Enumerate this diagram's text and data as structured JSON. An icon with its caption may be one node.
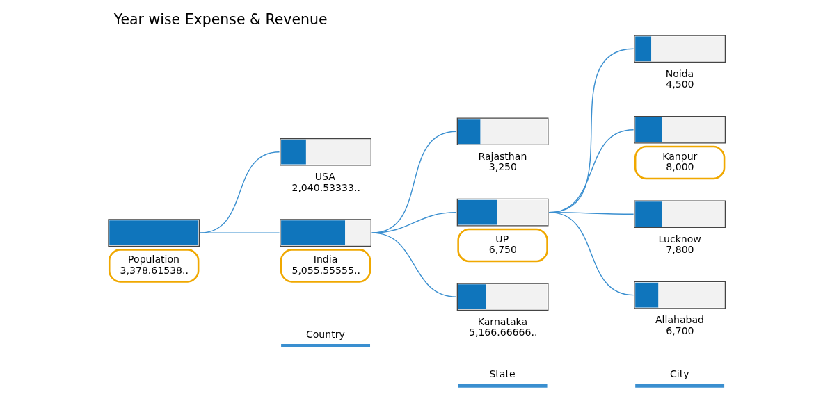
{
  "diagram": {
    "title": "Year wise Expense & Revenue",
    "nodes": [
      {
        "text": [
          "Population",
          "3,378.61538.."
        ]
      },
      {
        "text": [
          "India",
          "5,055.55555.."
        ]
      },
      {
        "text": [
          "USA",
          "2,040.53333.."
        ]
      },
      {
        "text": [
          "UP",
          "6,750"
        ]
      },
      {
        "text": [
          "Karnataka",
          "5,166.66666.."
        ]
      },
      {
        "text": [
          "Rajasthan",
          "3,250"
        ]
      },
      {
        "text": [
          "Kanpur",
          "8,000"
        ]
      },
      {
        "text": [
          "Lucknow",
          "7,800"
        ]
      },
      {
        "text": [
          "Allahabad",
          "6,700"
        ]
      },
      {
        "text": [
          "Noida",
          "4,500"
        ]
      }
    ],
    "edges": [
      {
        "from": 0,
        "to": 1,
        "arrow": "none"
      },
      {
        "from": 0,
        "to": 2,
        "arrow": "none"
      },
      {
        "from": 1,
        "to": 3,
        "arrow": "none"
      },
      {
        "from": 1,
        "to": 4,
        "arrow": "none"
      },
      {
        "from": 1,
        "to": 5,
        "arrow": "none"
      },
      {
        "from": 3,
        "to": 6,
        "arrow": "none"
      },
      {
        "from": 3,
        "to": 7,
        "arrow": "none"
      },
      {
        "from": 3,
        "to": 8,
        "arrow": "none"
      },
      {
        "from": 3,
        "to": 9,
        "arrow": "none"
      }
    ],
    "labels": [
      "Country",
      "State",
      "City"
    ]
  }
}
